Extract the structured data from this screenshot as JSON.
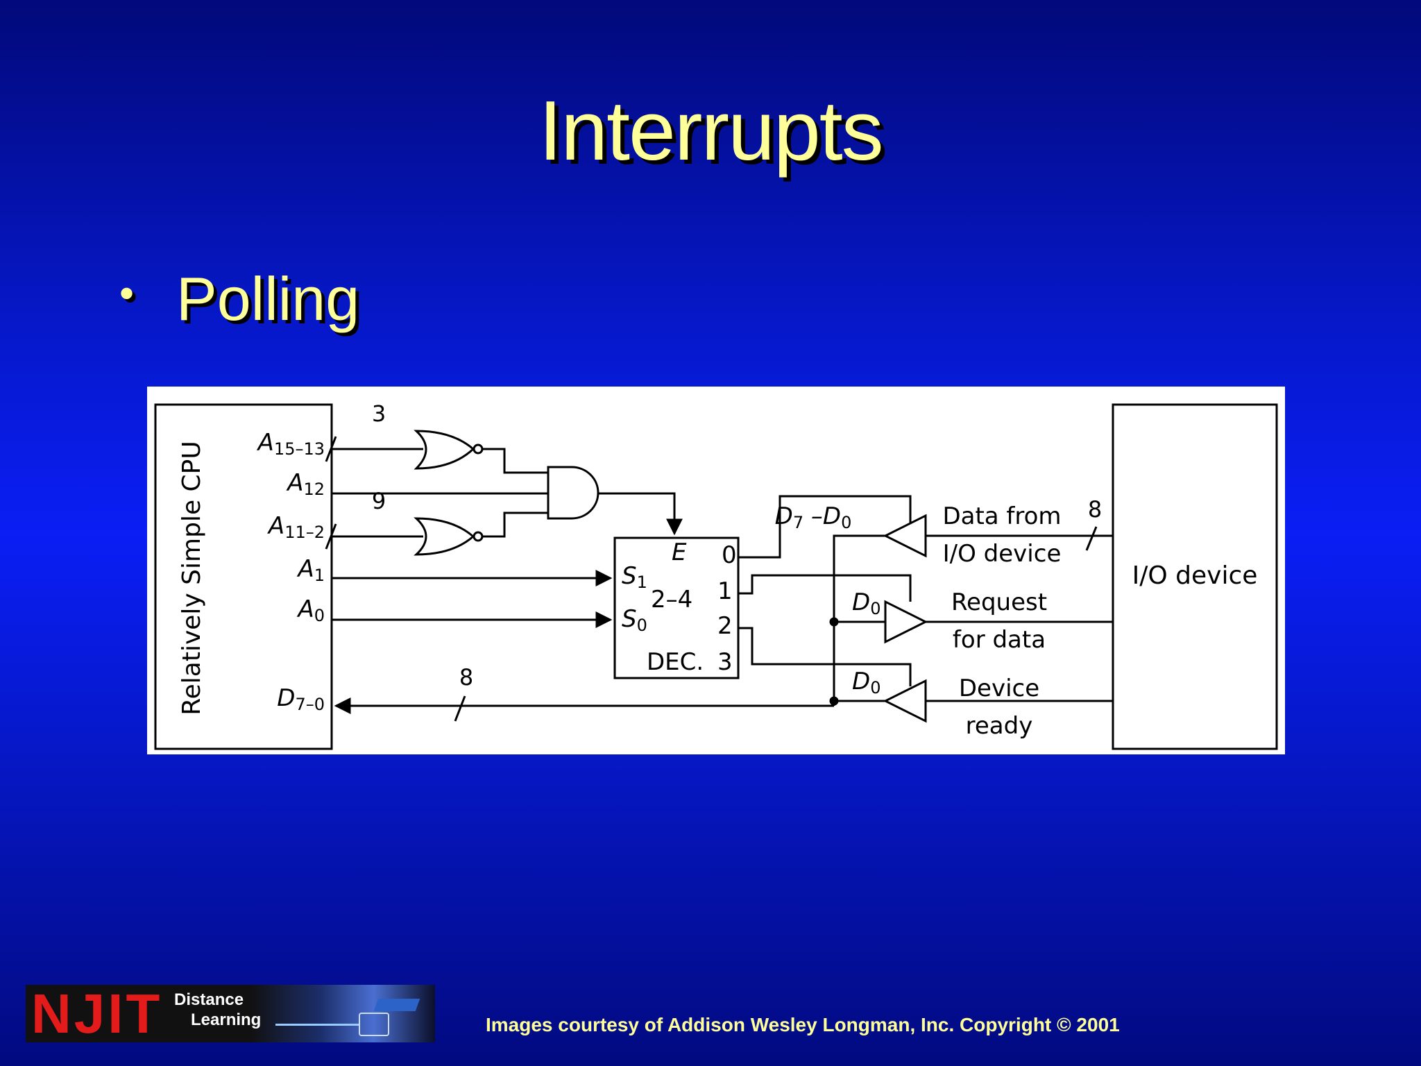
{
  "slide": {
    "title": "Interrupts",
    "bullet": "Polling",
    "credit": "Images courtesy of Addison Wesley Longman, Inc. Copyright © 2001"
  },
  "logo": {
    "name": "NJIT",
    "line1": "Distance",
    "line2": "Learning"
  },
  "diagram": {
    "cpu_label": "Relatively Simple CPU",
    "io_label": "I/O device",
    "cpu_pins": {
      "a15_13": {
        "base": "A",
        "sub": "15–13"
      },
      "a12": {
        "base": "A",
        "sub": "12"
      },
      "a11_2": {
        "base": "A",
        "sub": "11–2"
      },
      "a1": {
        "base": "A",
        "sub": "1"
      },
      "a0": {
        "base": "A",
        "sub": "0"
      },
      "d7_0": {
        "base": "D",
        "sub": "7–0"
      }
    },
    "bus_widths": {
      "a15_13": "3",
      "a11_2": "9",
      "data_bus": "8",
      "io_data": "8"
    },
    "decoder": {
      "enable": "E",
      "s1": "S",
      "s1_sub": "1",
      "s0": "S",
      "s0_sub": "0",
      "type": "2–4",
      "name": "DEC.",
      "outputs": [
        "0",
        "1",
        "2",
        "3"
      ]
    },
    "buffers": {
      "data": {
        "base": "D",
        "sub1": "7",
        "mid": " –D",
        "sub2": "0",
        "label1": "Data from",
        "label2": "I/O device"
      },
      "request": {
        "base": "D",
        "sub": "0",
        "label1": "Request",
        "label2": "for data"
      },
      "ready": {
        "base": "D",
        "sub": "0",
        "label1": "Device",
        "label2": "ready"
      }
    }
  }
}
